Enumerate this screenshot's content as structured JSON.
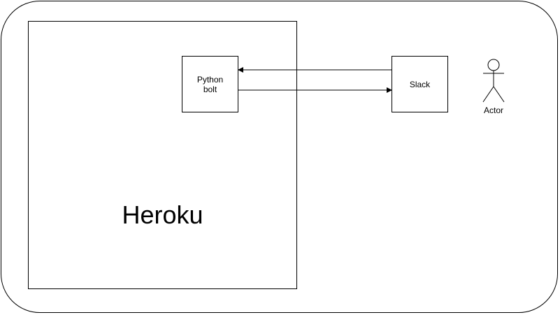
{
  "diagram": {
    "container": {
      "label": "Heroku"
    },
    "nodes": {
      "python": {
        "label": "Python bolt"
      },
      "slack": {
        "label": "Slack"
      },
      "actor": {
        "label": "Actor"
      }
    },
    "edges": [
      {
        "from": "Slack",
        "to": "Python bolt"
      },
      {
        "from": "Python bolt",
        "to": "Slack"
      }
    ]
  },
  "colors": {
    "stroke": "#000000",
    "background": "#ffffff",
    "text": "#000000"
  }
}
